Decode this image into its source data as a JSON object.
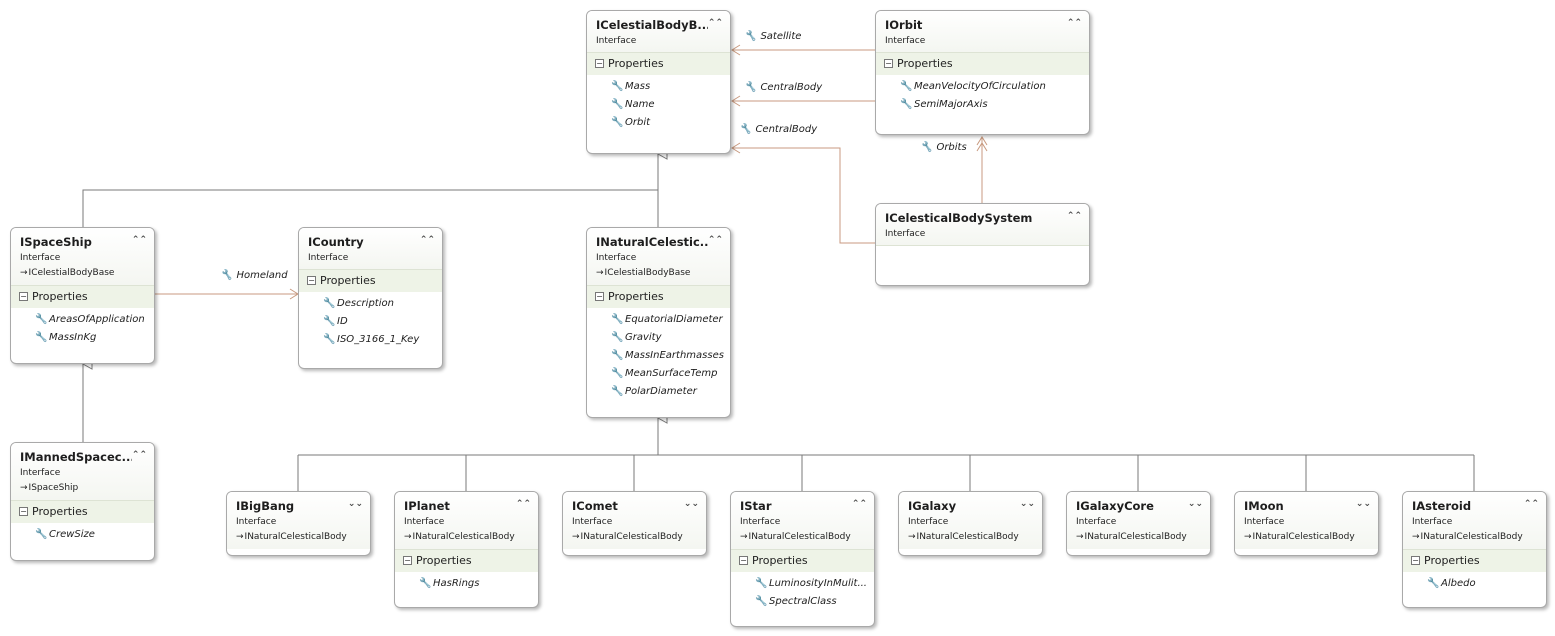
{
  "colors": {
    "inheritance": "#7a7a7a",
    "association": "#c89a80",
    "header": "#eef3e7"
  },
  "icons": {
    "property": "wrench-icon",
    "collapse": "double-chevron-up-icon",
    "expand": "double-chevron-down-icon",
    "base": "arrow-right-icon"
  },
  "section_label": "Properties",
  "boxes": {
    "celestial_body_base": {
      "title": "ICelestialBodyB...",
      "kind": "Interface",
      "props": [
        "Mass",
        "Name",
        "Orbit"
      ]
    },
    "orbit": {
      "title": "IOrbit",
      "kind": "Interface",
      "props": [
        "MeanVelocityOfCirculation",
        "SemiMajorAxis"
      ]
    },
    "celestial_body_system": {
      "title": "ICelesticalBodySystem",
      "kind": "Interface"
    },
    "spaceship": {
      "title": "ISpaceShip",
      "kind": "Interface",
      "base": "ICelestialBodyBase",
      "props": [
        "AreasOfApplication",
        "MassInKg"
      ]
    },
    "country": {
      "title": "ICountry",
      "kind": "Interface",
      "props": [
        "Description",
        "ID",
        "ISO_3166_1_Key"
      ]
    },
    "natural_celestial": {
      "title": "INaturalCelestic...",
      "kind": "Interface",
      "base": "ICelestialBodyBase",
      "props": [
        "EquatorialDiameter",
        "Gravity",
        "MassInEarthmasses",
        "MeanSurfaceTemp",
        "PolarDiameter"
      ]
    },
    "manned_spacecraft": {
      "title": "IMannedSpacec...",
      "kind": "Interface",
      "base": "ISpaceShip",
      "props": [
        "CrewSize"
      ]
    },
    "bigbang": {
      "title": "IBigBang",
      "kind": "Interface",
      "base": "INaturalCelesticalBody"
    },
    "planet": {
      "title": "IPlanet",
      "kind": "Interface",
      "base": "INaturalCelesticalBody",
      "props": [
        "HasRings"
      ]
    },
    "comet": {
      "title": "IComet",
      "kind": "Interface",
      "base": "INaturalCelesticalBody"
    },
    "star": {
      "title": "IStar",
      "kind": "Interface",
      "base": "INaturalCelesticalBody",
      "props": [
        "LuminosityInMulit...",
        "SpectralClass"
      ]
    },
    "galaxy": {
      "title": "IGalaxy",
      "kind": "Interface",
      "base": "INaturalCelesticalBody"
    },
    "galaxy_core": {
      "title": "IGalaxyCore",
      "kind": "Interface",
      "base": "INaturalCelesticalBody"
    },
    "moon": {
      "title": "IMoon",
      "kind": "Interface",
      "base": "INaturalCelesticalBody"
    },
    "asteroid": {
      "title": "IAsteroid",
      "kind": "Interface",
      "base": "INaturalCelesticalBody",
      "props": [
        "Albedo"
      ]
    }
  },
  "edges": {
    "satellite": "Satellite",
    "central_body_1": "CentralBody",
    "central_body_2": "CentralBody",
    "orbits": "Orbits",
    "homeland": "Homeland"
  }
}
